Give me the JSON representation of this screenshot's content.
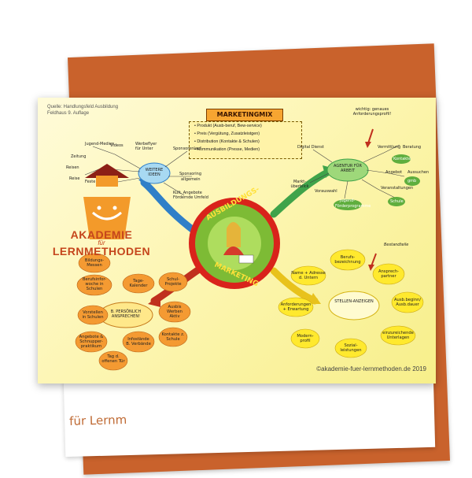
{
  "background_text": "für Lernm",
  "source": {
    "line1": "Quelle: Handlungsfeld Ausbildung",
    "line2": "Feldhaus 9. Auflage"
  },
  "marketingmix": {
    "title": "MARKETINGMIX",
    "items": [
      "• Produkt (Ausb-beruf, Bew-service)",
      "• Preis (Vergütung, Zusatzleistgen)",
      "• Distribution (Kontakte & Schulen)",
      "• Kommunikation (Presse, Medien)"
    ]
  },
  "logo": {
    "line1": "AKADEMIE",
    "line2": "für",
    "line3": "LERNMETHODEN"
  },
  "center": {
    "line1": "AUSBILDUNGS-",
    "line2": "MARKETING"
  },
  "copyright": "©akademie-fuer-lernmethoden.de 2019",
  "branches": {
    "weitere": {
      "center": "WEITERE IDEEN",
      "labels": [
        "Jugend-Medien",
        "Videos",
        "Werbeflyer",
        "für Unter",
        "Sponsorenlauf",
        "Zeitung",
        "Reisen",
        "Reise",
        "Feste",
        "Sponsoring",
        "allgemein",
        "Kult. Angebote",
        "Fördernde Umfeld"
      ]
    },
    "agentur": {
      "center": "AGENTUR FÜR ARBEIT",
      "labels": [
        "wichtig: genaues Anforderungsprofil!",
        "Digital Dienst",
        "Markt-überblick",
        "Vermittlung",
        "Beratung",
        "Kontakte",
        "Angebot",
        "Aussuchen",
        "gmb",
        "Vorauswahl",
        "Veranstaltungen",
        "Jugend-",
        "Förderprogramme",
        "Schule"
      ]
    },
    "persoenlich": {
      "center": "B. PERSÖNLICH ANSPRECHEN!",
      "blobs": [
        "Bildungs-Messen",
        "Berufsinfor-woche in Schulen",
        "Tage-Kalender",
        "Schul-Projekte",
        "Ausbis Werben Aktiv",
        "Vorstellen in Schulen",
        "Angebote & Schnupper-praktikum",
        "Infostände B. Verbände",
        "Kontakte z. Schule",
        "Tag d. offenen Tür"
      ]
    },
    "stellen": {
      "center": "STELLEN-ANZEIGEN",
      "header": "Bestandteile",
      "blobs": [
        "Berufs-bezeichnung",
        "Name + Adresse d. Untern",
        "Ansprech-partner",
        "Anforderungen + Erwartung",
        "Ausb.beginn/ Ausb.dauer",
        "Modern-profil",
        "Sozial-leistungen",
        "einzureichende Unterlagen"
      ]
    }
  }
}
